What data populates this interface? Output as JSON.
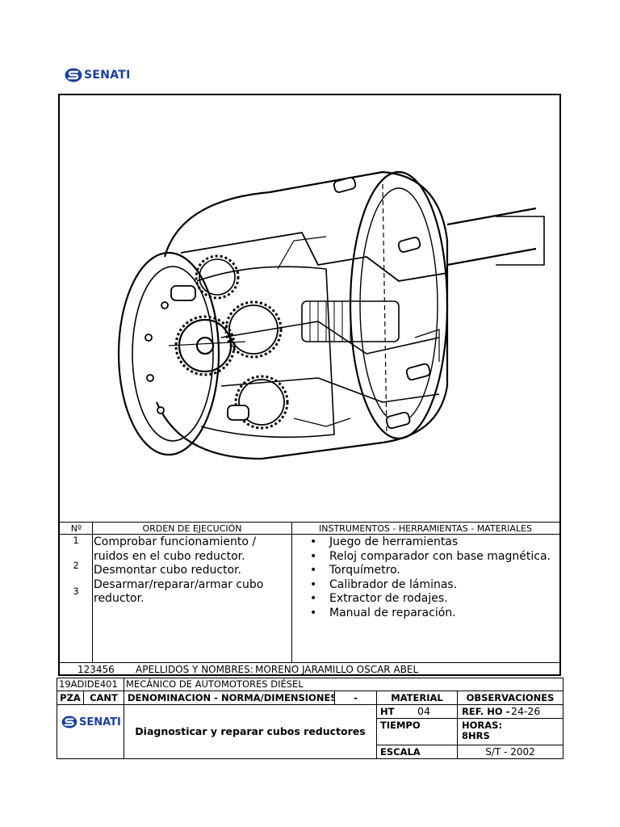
{
  "brand": {
    "name": "SENATI",
    "color": "#1a3fa0"
  },
  "order_table": {
    "headers": {
      "num": "Nº",
      "order": "ORDEN DE EJECUCIÓN",
      "tools": "INSTRUMENTOS - HERRAMIENTAS - MATERIALES"
    },
    "numbers": [
      "1",
      "2",
      "3"
    ],
    "steps": [
      "Comprobar funcionamiento / ruidos en el cubo reductor.",
      "Desmontar cubo reductor.",
      "Desarmar/reparar/armar cubo reductor."
    ],
    "tools": [
      "Juego de herramientas",
      "Reloj comparador con base magnética.",
      "Torquímetro.",
      "Calibrador de láminas.",
      "Extractor de rodajes.",
      "Manual de reparación."
    ]
  },
  "student": {
    "id": "123456",
    "label": "APELLIDOS Y NOMBRES:",
    "name": "MORENO JARAMILLO OSCAR ABEL"
  },
  "title_block": {
    "code": "19ADIDE401",
    "course": "MECÁNICO DE AUTOMOTORES DIÉSEL",
    "headers": {
      "pza": "PZA",
      "cant": "CANT",
      "denominacion": "DENOMINACION - NORMA/DIMENSIONES",
      "dash": "-",
      "material": "MATERIAL",
      "observaciones": "OBSERVACIONES"
    },
    "task_title": "Diagnosticar y reparar cubos reductores",
    "ht_label": "HT",
    "ht_value": "04",
    "ref_label": "REF. HO -",
    "ref_value": "24-26",
    "tiempo_label": "TIEMPO",
    "horas_label": "HORAS:",
    "horas_value": "8HRS",
    "escala_label": "ESCALA",
    "sheet": "S/T - 2002"
  }
}
